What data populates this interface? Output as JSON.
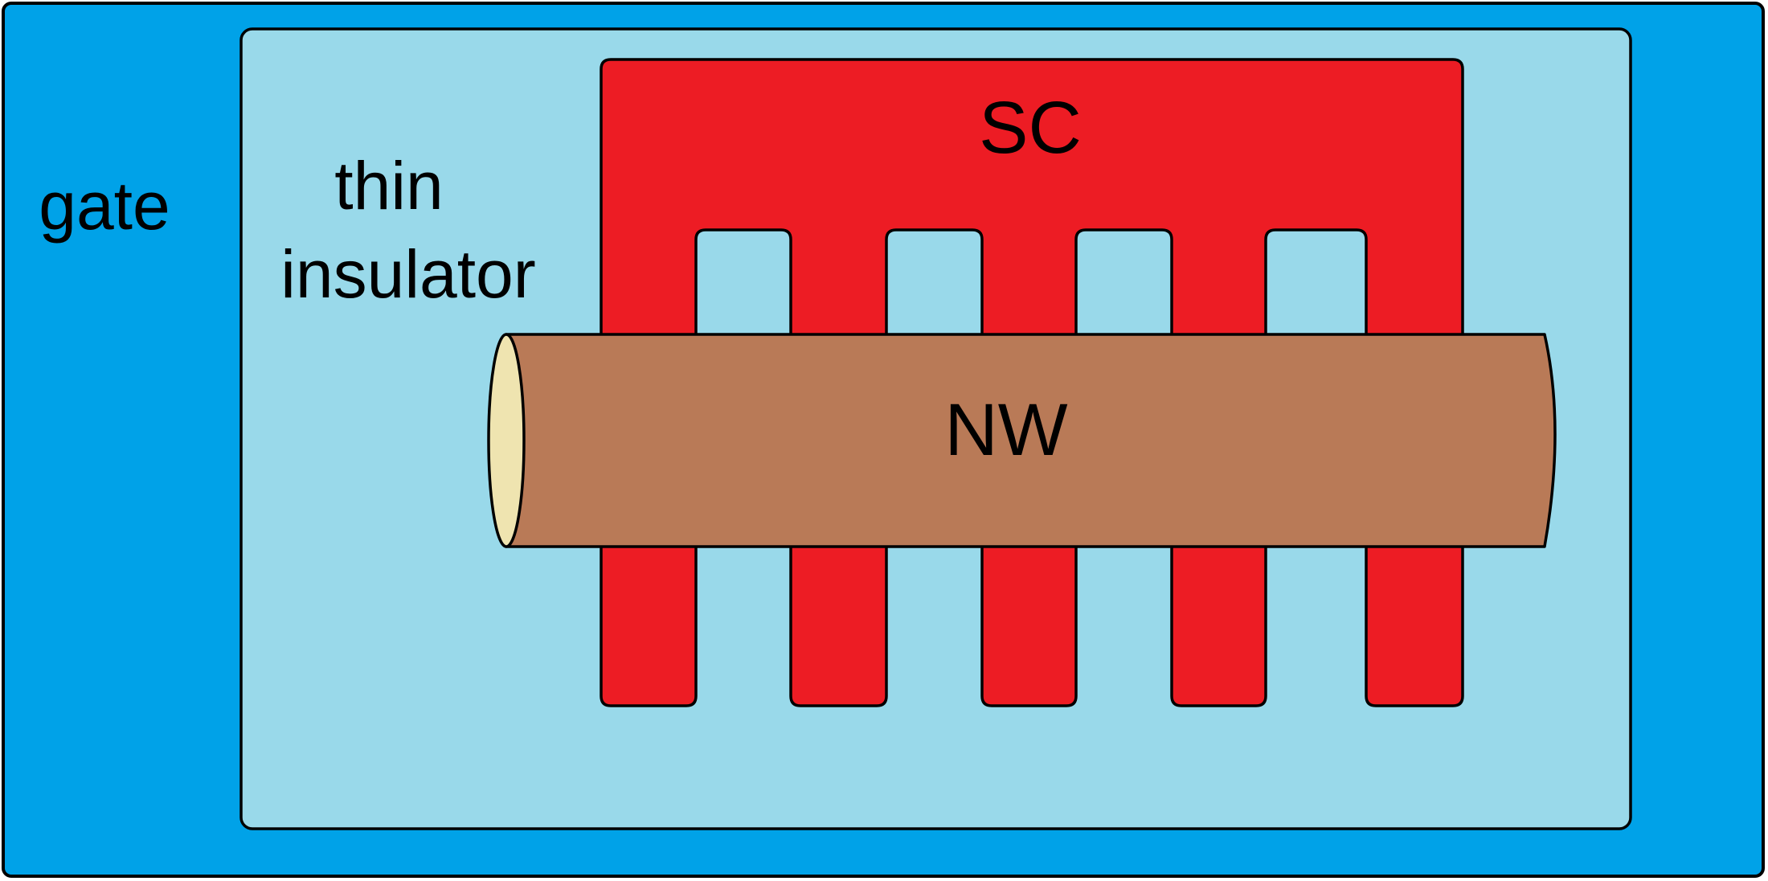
{
  "labels": {
    "gate": "gate",
    "insulator_line1": "thin",
    "insulator_line2": "insulator",
    "superconductor": "SC",
    "nanowire": "NW"
  },
  "colors": {
    "gate": "#00a2e8",
    "insulator": "#99d9ea",
    "superconductor": "#ed1c24",
    "nanowire": "#b97a57",
    "nanowire_end": "#efe4b0",
    "outline": "#000000"
  },
  "sc_finger_count": 5
}
